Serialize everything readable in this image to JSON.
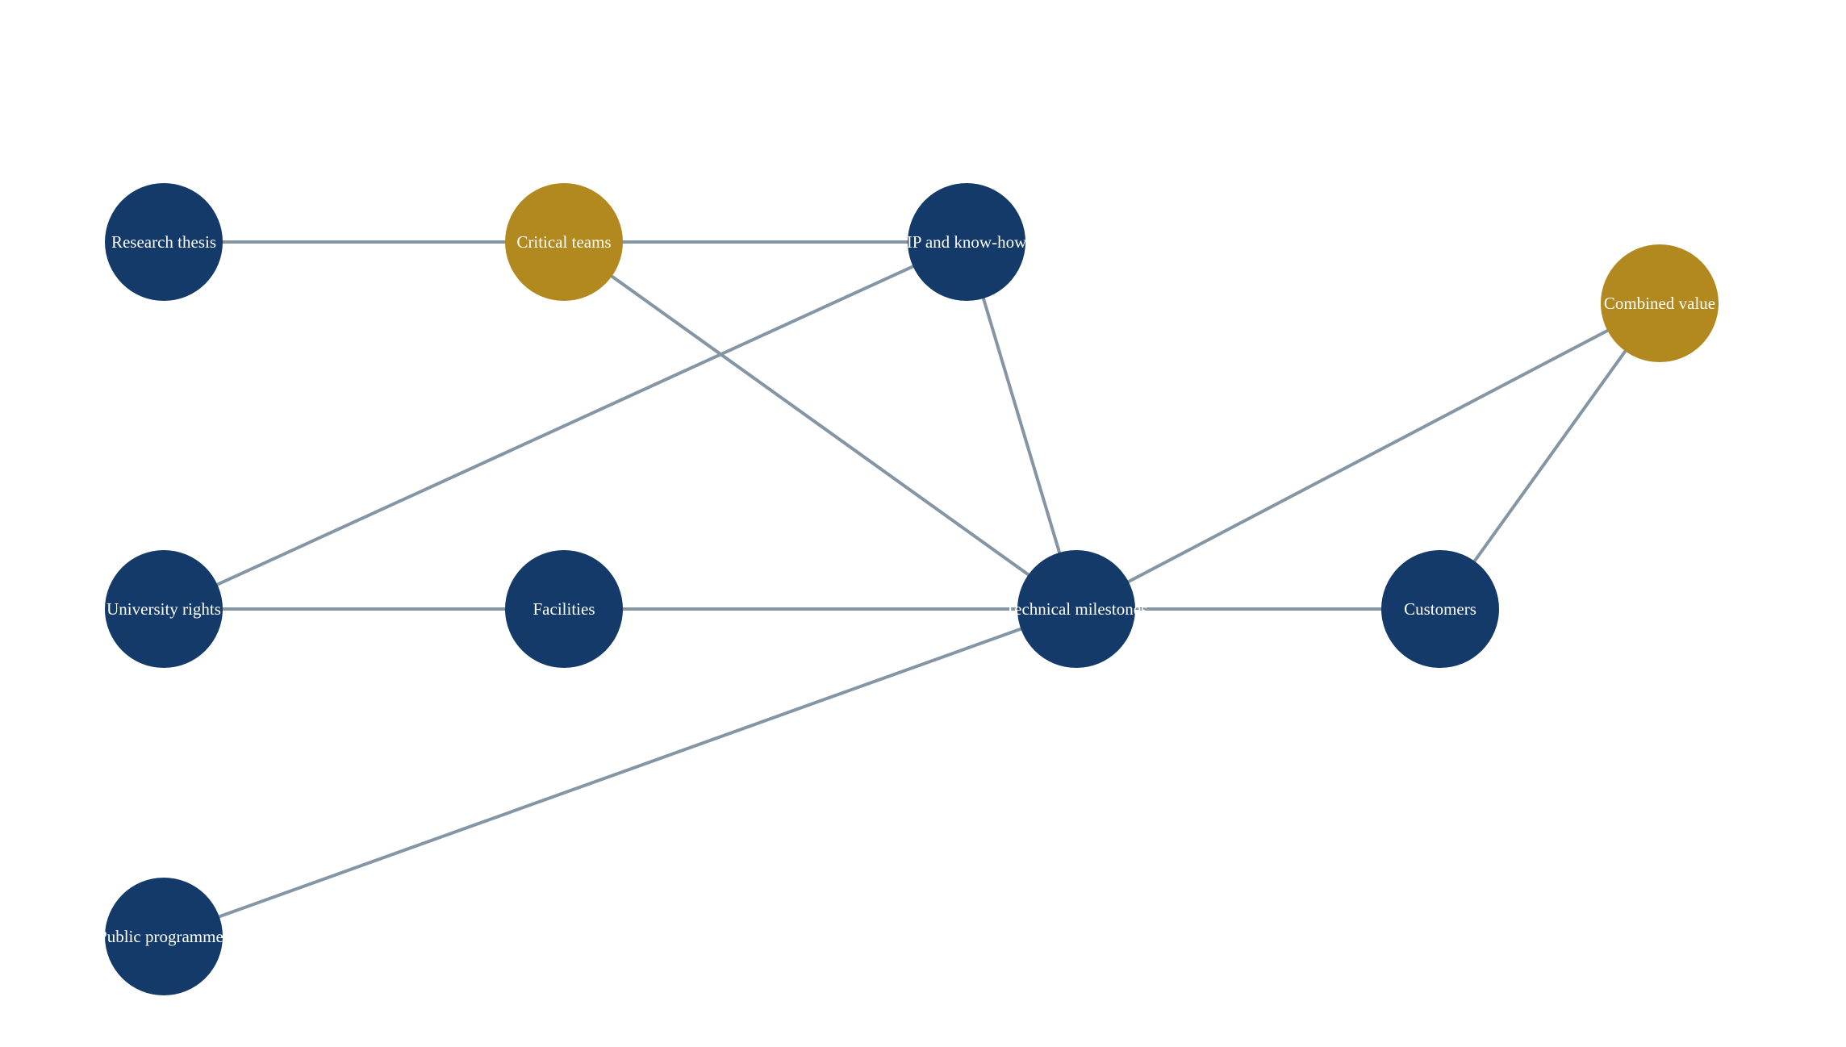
{
  "colors": {
    "node_primary": "#133a68",
    "node_highlight": "#b2891f",
    "edge": "#8495a4",
    "label": "#ffffff",
    "background": "#ffffff"
  },
  "nodes": [
    {
      "id": "research-thesis",
      "label": "Research thesis",
      "kind": "primary"
    },
    {
      "id": "critical-teams",
      "label": "Critical teams",
      "kind": "highlight"
    },
    {
      "id": "ip-know-how",
      "label": "IP and know-how",
      "kind": "primary"
    },
    {
      "id": "combined-value",
      "label": "Combined value",
      "kind": "highlight"
    },
    {
      "id": "university-rights",
      "label": "University rights",
      "kind": "primary"
    },
    {
      "id": "facilities",
      "label": "Facilities",
      "kind": "primary"
    },
    {
      "id": "technical-milestones",
      "label": "Technical milestones",
      "kind": "primary"
    },
    {
      "id": "customers",
      "label": "Customers",
      "kind": "primary"
    },
    {
      "id": "public-programmes",
      "label": "Public programmes",
      "kind": "primary"
    }
  ],
  "edges": [
    {
      "from": "research-thesis",
      "to": "critical-teams"
    },
    {
      "from": "critical-teams",
      "to": "ip-know-how"
    },
    {
      "from": "critical-teams",
      "to": "technical-milestones"
    },
    {
      "from": "ip-know-how",
      "to": "university-rights"
    },
    {
      "from": "ip-know-how",
      "to": "technical-milestones"
    },
    {
      "from": "university-rights",
      "to": "facilities"
    },
    {
      "from": "facilities",
      "to": "technical-milestones"
    },
    {
      "from": "technical-milestones",
      "to": "customers"
    },
    {
      "from": "technical-milestones",
      "to": "combined-value"
    },
    {
      "from": "customers",
      "to": "combined-value"
    },
    {
      "from": "public-programmes",
      "to": "technical-milestones"
    }
  ]
}
